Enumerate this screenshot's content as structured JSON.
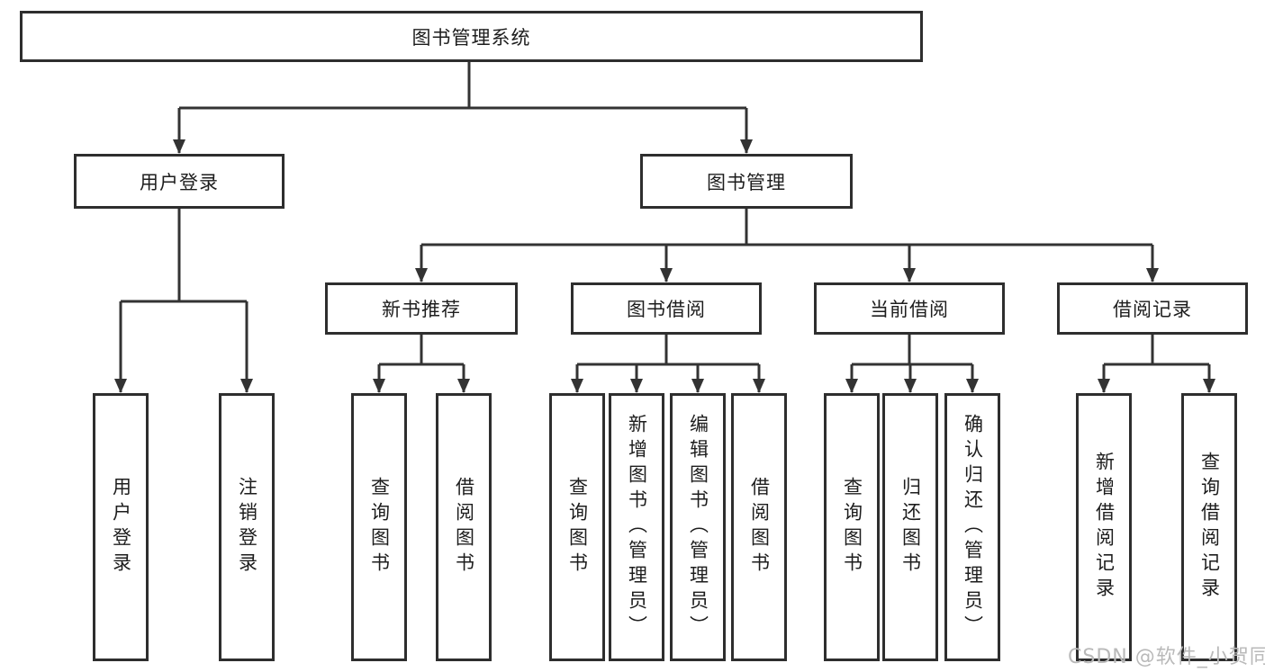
{
  "diagram": {
    "title": "图书管理系统",
    "type": "hierarchy-tree",
    "colors": {
      "background": "#ffffff",
      "box_border": "#2e2e2e",
      "box_fill": "#ffffff",
      "connector_line": "#333333",
      "text": "#1d1d1d",
      "watermark": "#b9b9b9"
    }
  },
  "tree": {
    "root": {
      "label": "图书管理系统"
    },
    "children": [
      {
        "label": "用户登录",
        "children": [
          {
            "label": "用户登录"
          },
          {
            "label": "注销登录"
          }
        ]
      },
      {
        "label": "图书管理",
        "children": [
          {
            "label": "新书推荐",
            "children": [
              {
                "label": "查询图书"
              },
              {
                "label": "借阅图书"
              }
            ]
          },
          {
            "label": "图书借阅",
            "children": [
              {
                "label": "查询图书"
              },
              {
                "label": "新增图书（管理员）"
              },
              {
                "label": "编辑图书（管理员）"
              },
              {
                "label": "借阅图书"
              }
            ]
          },
          {
            "label": "当前借阅",
            "children": [
              {
                "label": "查询图书"
              },
              {
                "label": "归还图书"
              },
              {
                "label": "确认归还（管理员）"
              }
            ]
          },
          {
            "label": "借阅记录",
            "children": [
              {
                "label": "新增借阅记录"
              },
              {
                "label": "查询借阅记录"
              }
            ]
          }
        ]
      }
    ]
  },
  "watermark": {
    "text": "CSDN @软件_小贺同学"
  }
}
